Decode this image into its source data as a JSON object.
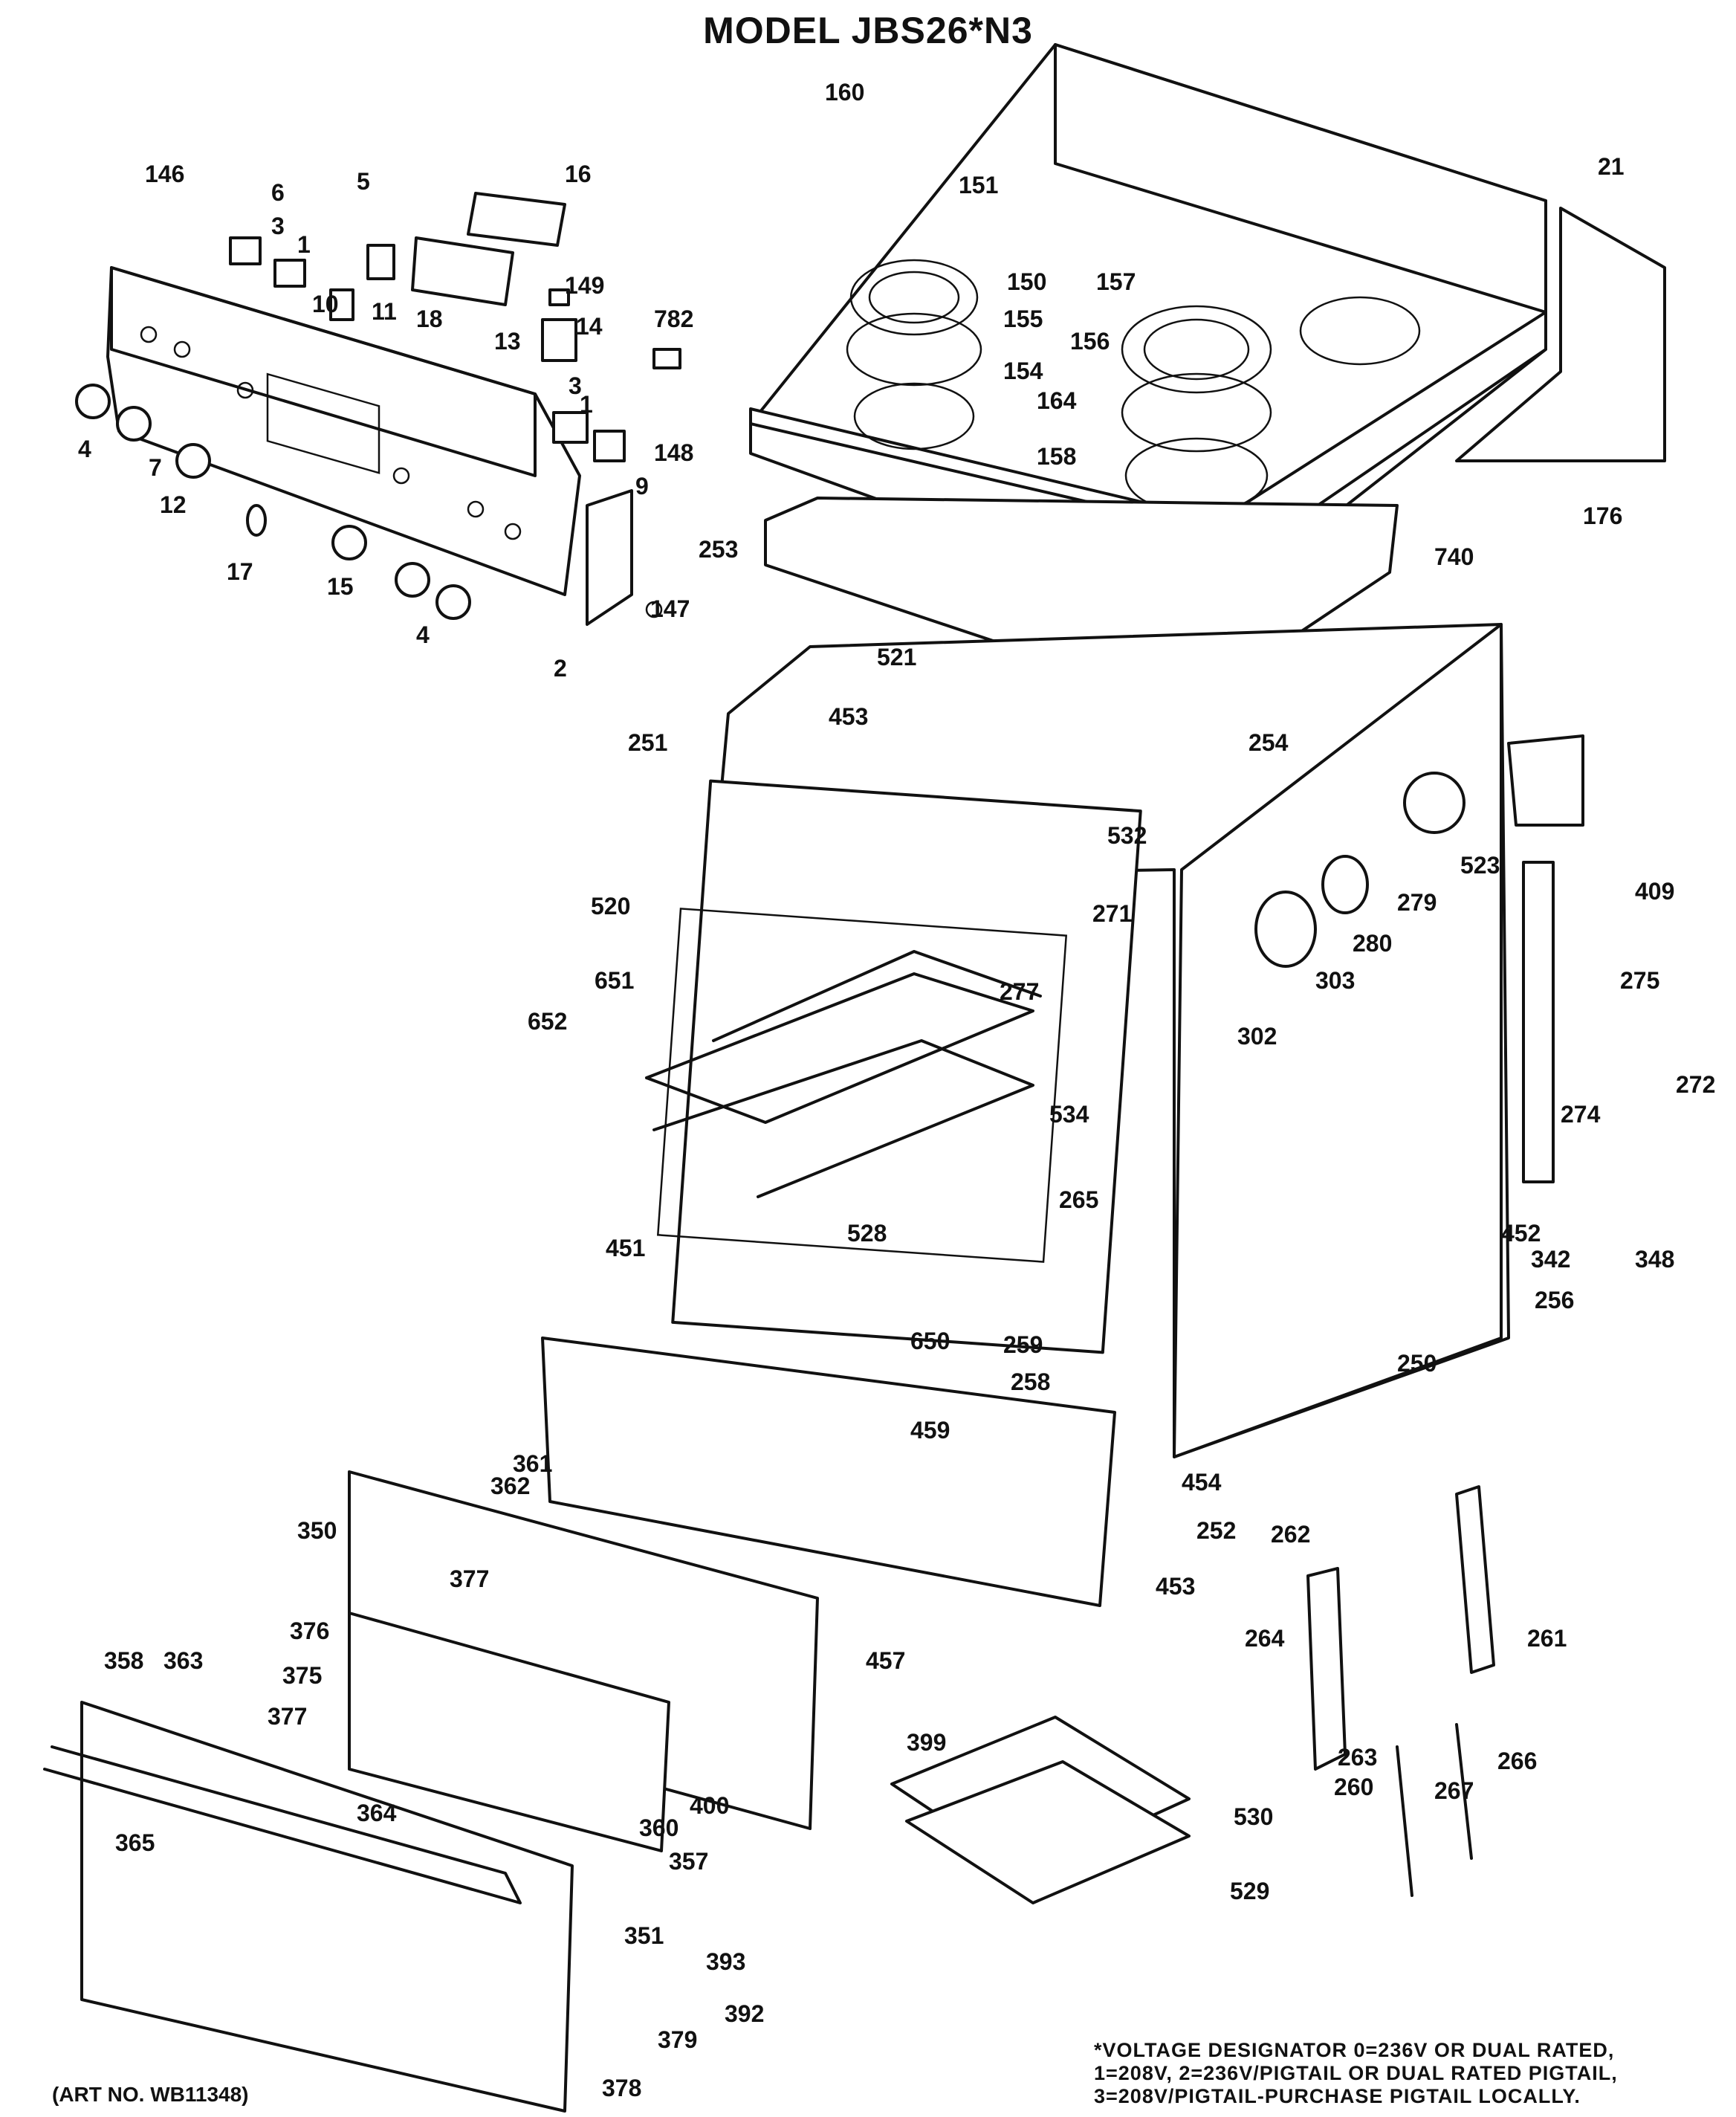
{
  "diagram": {
    "title": "MODEL JBS26*N3",
    "art_number": "(ART NO. WB11348)",
    "footnote": [
      "*VOLTAGE DESIGNATOR 0=236V OR DUAL RATED,",
      "1=208V, 2=236V/PIGTAIL OR DUAL RATED PIGTAIL,",
      "3=208V/PIGTAIL-PURCHASE PIGTAIL LOCALLY."
    ],
    "part_labels": [
      "146",
      "6",
      "5",
      "16",
      "3",
      "1",
      "18",
      "13",
      "10",
      "11",
      "149",
      "14",
      "782",
      "4",
      "7",
      "12",
      "17",
      "15",
      "4",
      "2",
      "9",
      "148",
      "147",
      "3",
      "1",
      "160",
      "151",
      "150",
      "157",
      "155",
      "156",
      "154",
      "164",
      "158",
      "21",
      "253",
      "176",
      "740",
      "521",
      "453",
      "254",
      "251",
      "532",
      "523",
      "409",
      "271",
      "279",
      "280",
      "275",
      "520",
      "651",
      "277",
      "303",
      "302",
      "652",
      "534",
      "272",
      "274",
      "265",
      "528",
      "452",
      "342",
      "348",
      "256",
      "650",
      "259",
      "258",
      "250",
      "451",
      "459",
      "454",
      "361",
      "362",
      "252",
      "350",
      "262",
      "453",
      "377",
      "457",
      "261",
      "264",
      "376",
      "358",
      "363",
      "375",
      "377",
      "399",
      "263",
      "260",
      "267",
      "266",
      "400",
      "530",
      "364",
      "360",
      "365",
      "357",
      "529",
      "351",
      "393",
      "392",
      "379",
      "378"
    ]
  }
}
